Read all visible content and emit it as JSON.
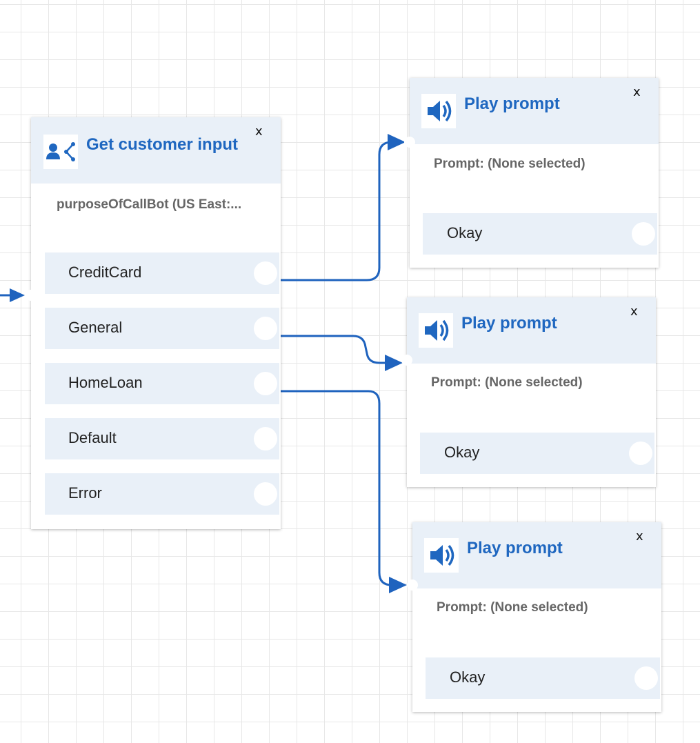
{
  "colors": {
    "accent": "#1f67c0",
    "header_bg": "#e9f0f8",
    "grid": "#e7e7e7",
    "connector": "#1f63be"
  },
  "get_input_block": {
    "icon": "branch-user-icon",
    "title": "Get customer input",
    "close": "x",
    "subtitle": "purposeOfCallBot (US East:...",
    "branches": [
      "CreditCard",
      "General",
      "HomeLoan",
      "Default",
      "Error"
    ]
  },
  "play_prompt_blocks": [
    {
      "icon": "speaker-icon",
      "title": "Play prompt",
      "close": "x",
      "prompt": "Prompt: (None selected)",
      "branch": "Okay"
    },
    {
      "icon": "speaker-icon",
      "title": "Play prompt",
      "close": "x",
      "prompt": "Prompt: (None selected)",
      "branch": "Okay"
    },
    {
      "icon": "speaker-icon",
      "title": "Play prompt",
      "close": "x",
      "prompt": "Prompt: (None selected)",
      "branch": "Okay"
    }
  ]
}
